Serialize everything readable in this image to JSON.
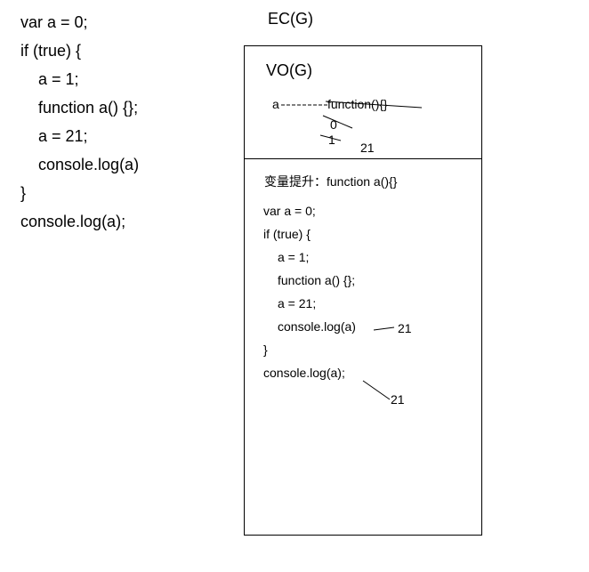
{
  "left_code": {
    "lines": [
      "var a = 0;",
      "if (true) {",
      "a = 1;",
      "function a() {};",
      "a = 21;",
      "console.log(a)",
      "}",
      "console.log(a);"
    ]
  },
  "ec": {
    "title": "EC(G)",
    "vo": {
      "title": "VO(G)",
      "var_name": "a",
      "fn_value": "function(){}",
      "value_0": "0",
      "value_1": "1",
      "value_21": "21"
    },
    "hoist_label": "变量提升：function a(){}",
    "code": {
      "lines": [
        "var a = 0;",
        "if (true) {",
        "a = 1;",
        "function a() {};",
        "a = 21;",
        "console.log(a)",
        "}",
        "console.log(a);"
      ],
      "output_1": "21",
      "output_2": "21"
    }
  }
}
